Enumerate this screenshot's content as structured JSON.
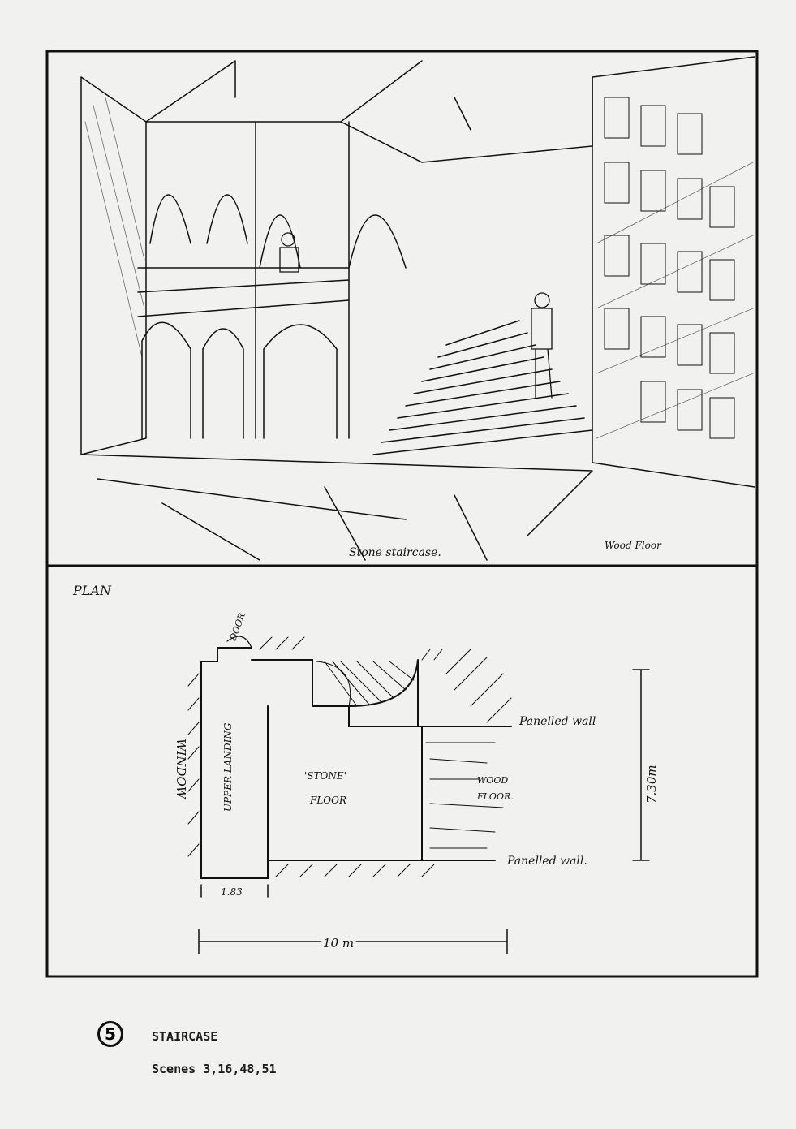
{
  "sketch": {
    "caption_stairs": "Stone staircase.",
    "caption_floor": "Wood Floor"
  },
  "plan": {
    "title": "PLAN",
    "door": "DOOR",
    "window": "WINDOW",
    "upper_landing": "UPPER LANDING",
    "stone_floor_1": "'STONE'",
    "stone_floor_2": "FLOOR",
    "wood_floor_1": "WOOD",
    "wood_floor_2": "FLOOR.",
    "panelled_wall_top": "Panelled wall",
    "panelled_wall_bottom": "Panelled wall.",
    "height_dim": "7.30m",
    "landing_dim": "1.83",
    "width_dim": "10 m"
  },
  "footer": {
    "number": "5",
    "title": "STAIRCASE",
    "scenes": "Scenes 3,16,48,51"
  }
}
